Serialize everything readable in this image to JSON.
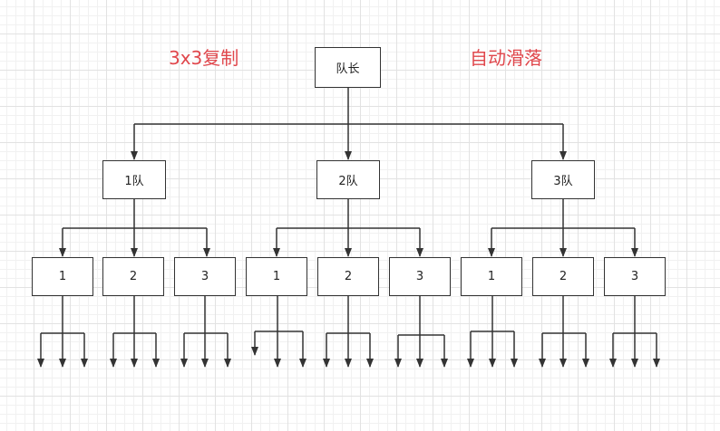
{
  "titles": {
    "left": "3x3复制",
    "right": "自动滑落"
  },
  "colors": {
    "title": "#e0474c",
    "stroke": "#333333"
  },
  "root": {
    "label": "队长"
  },
  "teams": [
    {
      "label": "1队",
      "members": [
        "1",
        "2",
        "3"
      ]
    },
    {
      "label": "2队",
      "members": [
        "1",
        "2",
        "3"
      ]
    },
    {
      "label": "3队",
      "members": [
        "1",
        "2",
        "3"
      ]
    }
  ]
}
